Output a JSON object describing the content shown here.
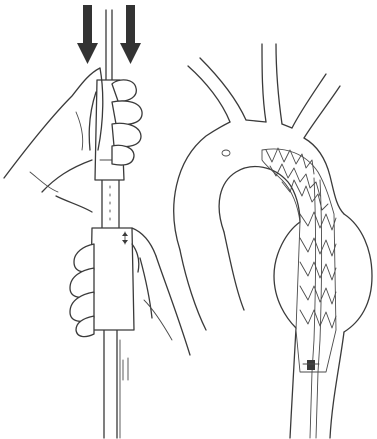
{
  "figure": {
    "ink_color": "#3a3a3a",
    "arrow_color": "#333333",
    "background": "#ffffff"
  },
  "panels": [
    {
      "name": "handheld-delivery-system",
      "elements": [
        "down-arrow-icon",
        "down-arrow-icon",
        "upper-hand",
        "lower-hand",
        "delivery-catheter"
      ]
    },
    {
      "name": "aortic-arch-anatomy",
      "elements": [
        "aortic-arch",
        "branch-vessels",
        "aneurysm-sac",
        "deployed-stent-graft",
        "catheter-tip-marker"
      ]
    }
  ]
}
